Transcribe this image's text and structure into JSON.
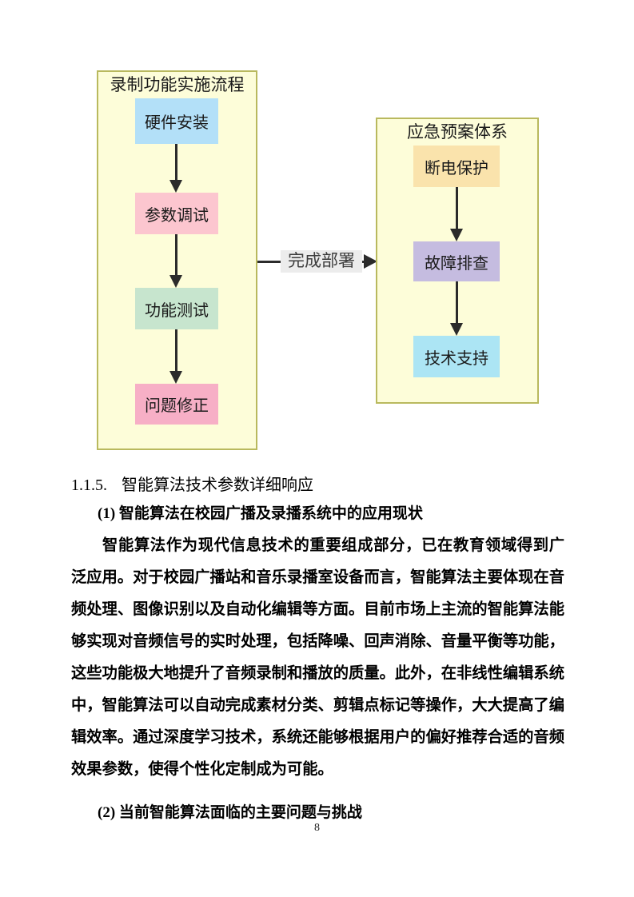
{
  "diagram": {
    "left_panel": {
      "title": "录制功能实施流程",
      "fill": "#fdfdd9",
      "border_color": "#b9b95e",
      "nodes": [
        {
          "label": "硬件安装",
          "color": "#b3e0f8"
        },
        {
          "label": "参数调试",
          "color": "#fcc6cf"
        },
        {
          "label": "功能测试",
          "color": "#c7e5ce"
        },
        {
          "label": "问题修正",
          "color": "#f7afc6"
        }
      ]
    },
    "right_panel": {
      "title": "应急预案体系",
      "fill": "#fdfdd9",
      "border_color": "#b9b95e",
      "nodes": [
        {
          "label": "断电保护",
          "color": "#fae3ac"
        },
        {
          "label": "故障排查",
          "color": "#c5bce0"
        },
        {
          "label": "技术支持",
          "color": "#ace5f4"
        }
      ]
    },
    "connector": {
      "label": "完成部署",
      "label_bg": "#ececec",
      "arrow_color": "#2b2b2b"
    }
  },
  "content": {
    "heading_number": "1.1.5.",
    "heading_title": "智能算法技术参数详细响应",
    "subhead1": "(1) 智能算法在校园广播及录播系统中的应用现状",
    "paragraph1": "智能算法作为现代信息技术的重要组成部分，已在教育领域得到广泛应用。对于校园广播站和音乐录播室设备而言，智能算法主要体现在音频处理、图像识别以及自动化编辑等方面。目前市场上主流的智能算法能够实现对音频信号的实时处理，包括降噪、回声消除、音量平衡等功能，这些功能极大地提升了音频录制和播放的质量。此外，在非线性编辑系统中，智能算法可以自动完成素材分类、剪辑点标记等操作，大大提高了编辑效率。通过深度学习技术，系统还能够根据用户的偏好推荐合适的音频效果参数，使得个性化定制成为可能。",
    "subhead2": "(2) 当前智能算法面临的主要问题与挑战",
    "page_number": "8"
  }
}
